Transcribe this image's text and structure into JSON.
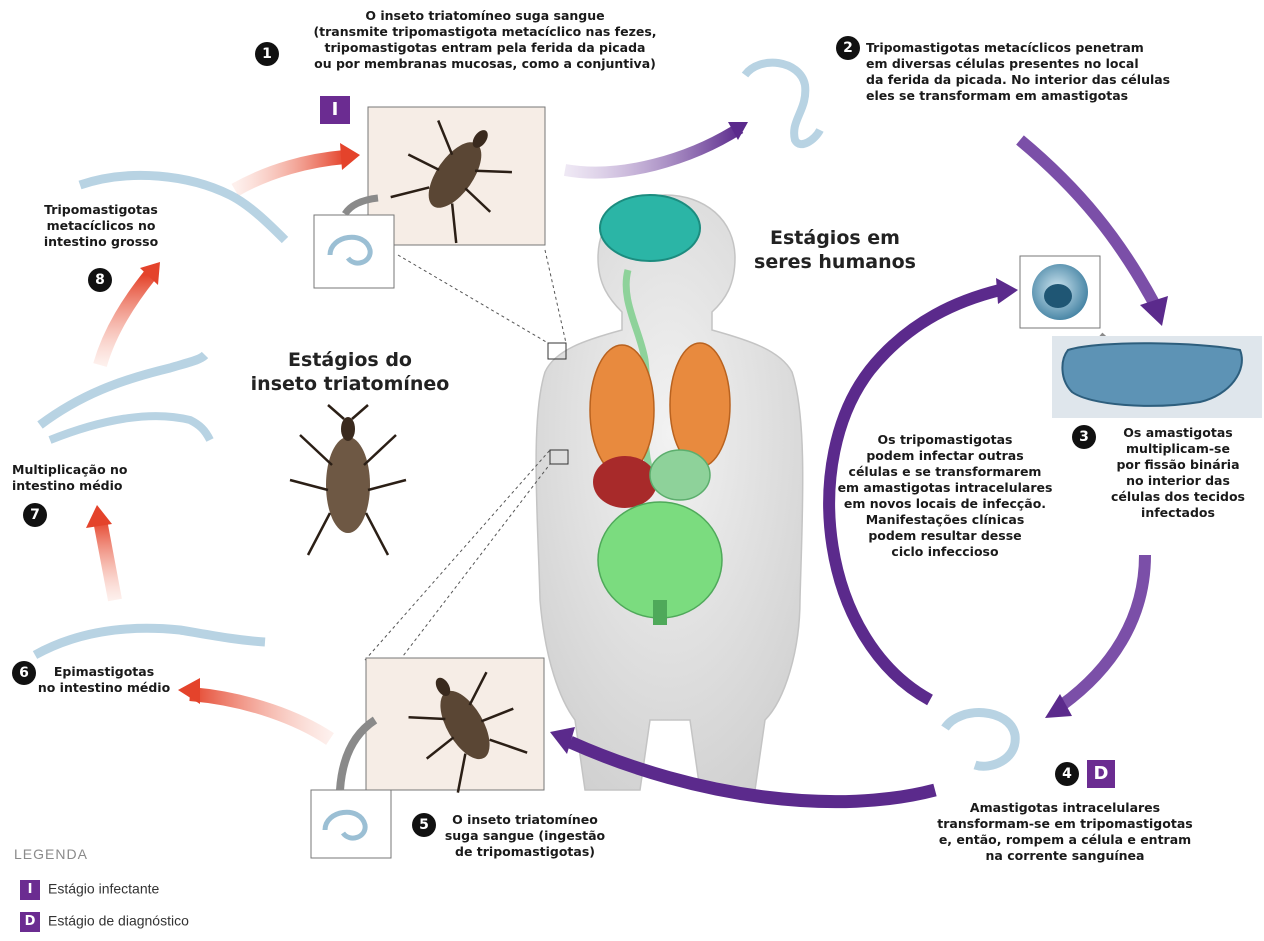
{
  "steps": {
    "s1": {
      "number": "1",
      "text": "O inseto triatomíneo suga sangue\n(transmite tripomastigota metacíclico nas fezes,\ntripomastigotas entram pela ferida da picada\nou por membranas mucosas, como a conjuntiva)"
    },
    "s2": {
      "number": "2",
      "text": "Tripomastigotas metacíclicos penetram\nem diversas células presentes no local\nda ferida da picada. No interior das células\neles se transformam em amastigotas"
    },
    "s3": {
      "number": "3",
      "text": "Os amastigotas\nmultiplicam-se\npor fissão binária\nno interior das\ncélulas dos tecidos\ninfectados"
    },
    "s4": {
      "number": "4",
      "text": "Amastigotas intracelulares\ntransformam-se em tripomastigotas\ne, então, rompem a célula e entram\nna corrente sanguínea"
    },
    "s5": {
      "number": "5",
      "text": "O inseto triatomíneo\nsuga sangue (ingestão\nde tripomastigotas)"
    },
    "s6": {
      "number": "6",
      "text": "Epimastigotas\nno intestino médio"
    },
    "s7": {
      "number": "7",
      "text": "Multiplicação no\nintestino médio"
    },
    "s8": {
      "number": "8",
      "text": "Tripomastigotas\nmetacíclicos no\nintestino grosso"
    }
  },
  "inner_note": "Os tripomastigotas\npodem infectar outras\ncélulas e se transformarem\nem amastigotas intracelulares\nem novos locais de infecção.\nManifestações clínicas\npodem resultar desse\nciclo infeccioso",
  "headings": {
    "human": "Estágios em\nseres humanos",
    "insect": "Estágios do\ninseto triatomíneo"
  },
  "badges": {
    "infective": "I",
    "diagnostic": "D"
  },
  "legend": {
    "title": "LEGENDA",
    "items": [
      {
        "letter": "I",
        "label": "Estágio infectante"
      },
      {
        "letter": "D",
        "label": "Estágio de diagnóstico"
      }
    ]
  },
  "colors": {
    "purple": "#5b2a8c",
    "red": "#e4432b",
    "badge": "#6b2c91"
  }
}
